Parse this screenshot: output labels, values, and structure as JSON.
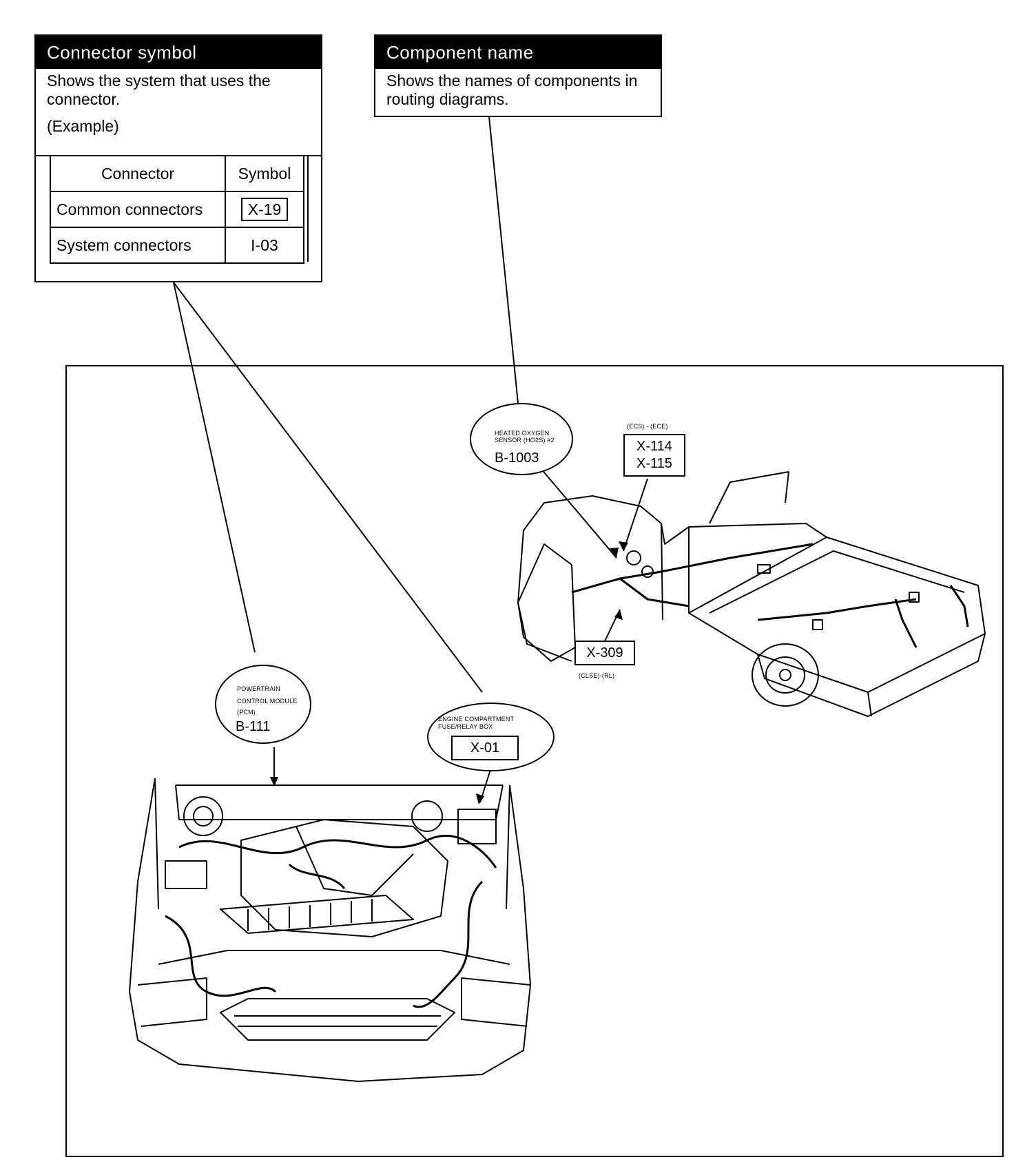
{
  "connector_callout": {
    "title": "Connector symbol",
    "description": "Shows the system that uses the connector.",
    "example_label": "(Example)",
    "table": {
      "headers": [
        "Connector",
        "Symbol"
      ],
      "rows": [
        {
          "connector": "Common connectors",
          "symbol": "X-19"
        },
        {
          "connector": "System connectors",
          "symbol": "I-03"
        }
      ]
    }
  },
  "component_callout": {
    "title": "Component name",
    "description": "Shows the names of components in routing diagrams."
  },
  "diagram": {
    "pcm": {
      "label_lines": [
        "POWERTRAIN",
        "CONTROL MODULE",
        "(PCM)"
      ],
      "code": "B-111"
    },
    "fuse_box": {
      "label_lines": [
        "ENGINE COMPARTMENT",
        "FUSE/RELAY BOX"
      ],
      "code": "X-01"
    },
    "ho2s": {
      "label_lines": [
        "HEATED OXYGEN",
        "SENSOR (HO2S) #2"
      ],
      "code": "B-1003"
    },
    "x114": {
      "note": "(ECS) - (ECE)",
      "codes": [
        "X-114",
        "X-115"
      ]
    },
    "x309": {
      "code": "X-309",
      "note": "(CLSE)-(RL)"
    }
  }
}
